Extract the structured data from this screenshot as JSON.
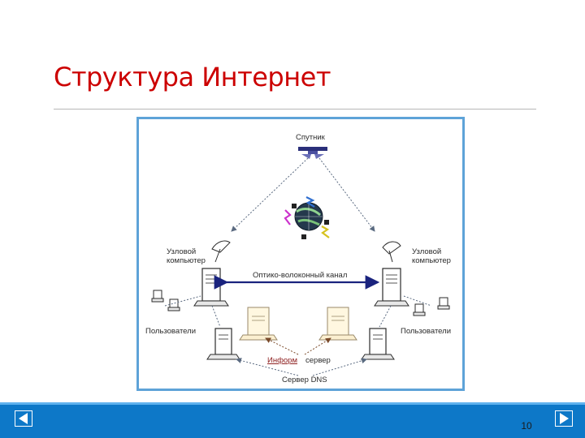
{
  "slide": {
    "title": "Структура Интернет",
    "page_number": "10"
  },
  "diagram": {
    "satellite_label": "Спутник",
    "node_left_line1": "Узловой",
    "node_left_line2": "компьютер",
    "node_right_line1": "Узловой",
    "node_right_line2": "компьютер",
    "fiber_channel_label": "Оптико-волоконный канал",
    "users_left_label": "Пользователи",
    "users_right_label": "Пользователи",
    "info_server_link": "Информ",
    "info_server_suffix": "сервер",
    "dns_server_label": "Сервер DNS"
  },
  "colors": {
    "title": "#cc0000",
    "frame": "#5ea3d8",
    "footer": "#0d78c8",
    "channel": "#1a237e"
  },
  "navigation": {
    "prev_icon": "triangle-left-icon",
    "next_icon": "triangle-right-icon"
  }
}
